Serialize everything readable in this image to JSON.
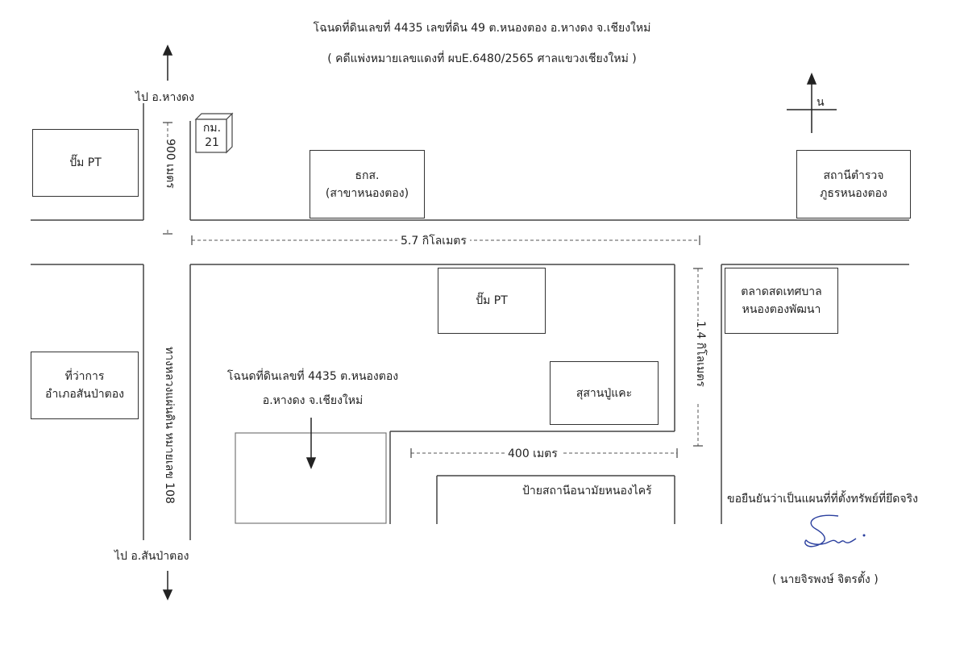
{
  "header": {
    "title": "โฉนดที่ดินเลขที่ 4435 เลขที่ดิน  49  ต.หนองตอง  อ.หางดง  จ.เชียงใหม่",
    "subtitle": "( คดีแพ่งหมายเลขแดงที่ ผบE.6480/2565 ศาลแขวงเชียงใหม่ )"
  },
  "directions": {
    "north_to": "ไป อ.หางดง",
    "south_to": "ไป อ.สันป่าตอง",
    "compass": "น"
  },
  "km_marker": {
    "line1": "กม.",
    "line2": "21"
  },
  "road": {
    "name": "ทางหลวงแผ่นดิน หมายเลข 108"
  },
  "distances": {
    "d900": "900 เมตร",
    "d57km": "5.7 กิโลเมตร",
    "d14km": "1.4 กิโลเมตร",
    "d400": "400 เมตร"
  },
  "places": {
    "pt_left": "ปั๊ม PT",
    "baac": {
      "line1": "ธกส.",
      "line2": "(สาขาหนองตอง)"
    },
    "police": {
      "line1": "สถานีตำรวจ",
      "line2": "ภูธรหนองตอง"
    },
    "pt_center": "ปั๊ม PT",
    "market": {
      "line1": "ตลาดสดเทศบาล",
      "line2": "หนองตองพัฒนา"
    },
    "district_office": {
      "line1": "ที่ว่าการ",
      "line2": "อำเภอสันป่าตอง"
    },
    "cemetery": "สุสานปู่แคะ",
    "health_station": "ป้ายสถานีอนามัยหนองไคร้"
  },
  "plot": {
    "line1": "โฉนดที่ดินเลขที่ 4435  ต.หนองตอง",
    "line2": "อ.หางดง  จ.เชียงใหม่"
  },
  "certification": {
    "statement": "ขอยืนยันว่าเป็นแผนที่ที่ตั้งทรัพย์ที่ยึดจริง",
    "name": "( นายจิรพงษ์  จิตรตั้ง )",
    "signature_color": "#2a3f9e"
  }
}
